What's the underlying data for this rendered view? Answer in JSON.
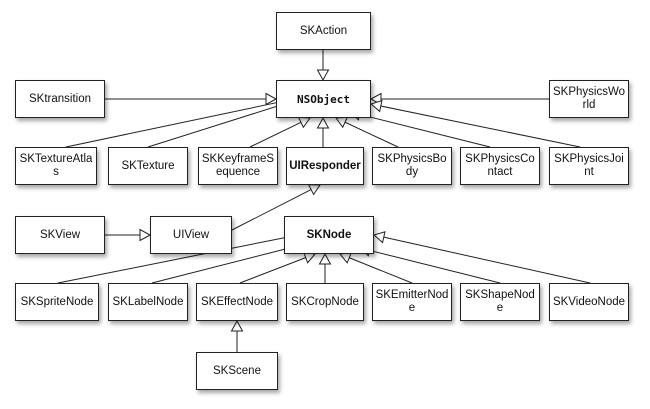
{
  "diagram": {
    "colors": {
      "line": "#222222",
      "box_border": "#222222",
      "arrowhead_fill": "#ffffff"
    },
    "nodes": {
      "skaction": "SKAction",
      "sktransition": "SKtransition",
      "nsobject": "NSObject",
      "skphysicsworld": "SKPhysicsWorld",
      "sktextureatlas": "SKTextureAtlas",
      "sktexture": "SKTexture",
      "skkeyframesequence": "SKKeyframeSequence",
      "uiresponder": "UIResponder",
      "skphysicsbody": "SKPhysicsBody",
      "skphysicscontact": "SKPhysicsContact",
      "skphysicsjoint": "SKPhysicsJoint",
      "skview": "SKView",
      "uiview": "UIView",
      "sknode": "SKNode",
      "skspritenode": "SKSpriteNode",
      "sklabelnode": "SKLabelNode",
      "skeffectnode": "SKEffectNode",
      "skcropnode": "SKCropNode",
      "skemitternode": "SKEmitterNode",
      "skshapenode": "SKShapeNode",
      "skvideonode": "SKVideoNode",
      "skscene": "SKScene"
    },
    "edges": [
      {
        "from": "skaction",
        "to": "nsobject"
      },
      {
        "from": "sktransition",
        "to": "nsobject"
      },
      {
        "from": "skphysicsworld",
        "to": "nsobject"
      },
      {
        "from": "sktextureatlas",
        "to": "nsobject"
      },
      {
        "from": "sktexture",
        "to": "nsobject"
      },
      {
        "from": "skkeyframesequence",
        "to": "nsobject"
      },
      {
        "from": "uiresponder",
        "to": "nsobject"
      },
      {
        "from": "skphysicsbody",
        "to": "nsobject"
      },
      {
        "from": "skphysicscontact",
        "to": "nsobject"
      },
      {
        "from": "skphysicsjoint",
        "to": "nsobject"
      },
      {
        "from": "skview",
        "to": "uiview"
      },
      {
        "from": "uiview",
        "to": "uiresponder"
      },
      {
        "from": "skspritenode",
        "to": "sknode"
      },
      {
        "from": "sklabelnode",
        "to": "sknode"
      },
      {
        "from": "skeffectnode",
        "to": "sknode"
      },
      {
        "from": "skcropnode",
        "to": "sknode"
      },
      {
        "from": "skemitternode",
        "to": "sknode"
      },
      {
        "from": "skshapenode",
        "to": "sknode"
      },
      {
        "from": "skvideonode",
        "to": "sknode"
      },
      {
        "from": "skscene",
        "to": "skeffectnode"
      }
    ]
  }
}
